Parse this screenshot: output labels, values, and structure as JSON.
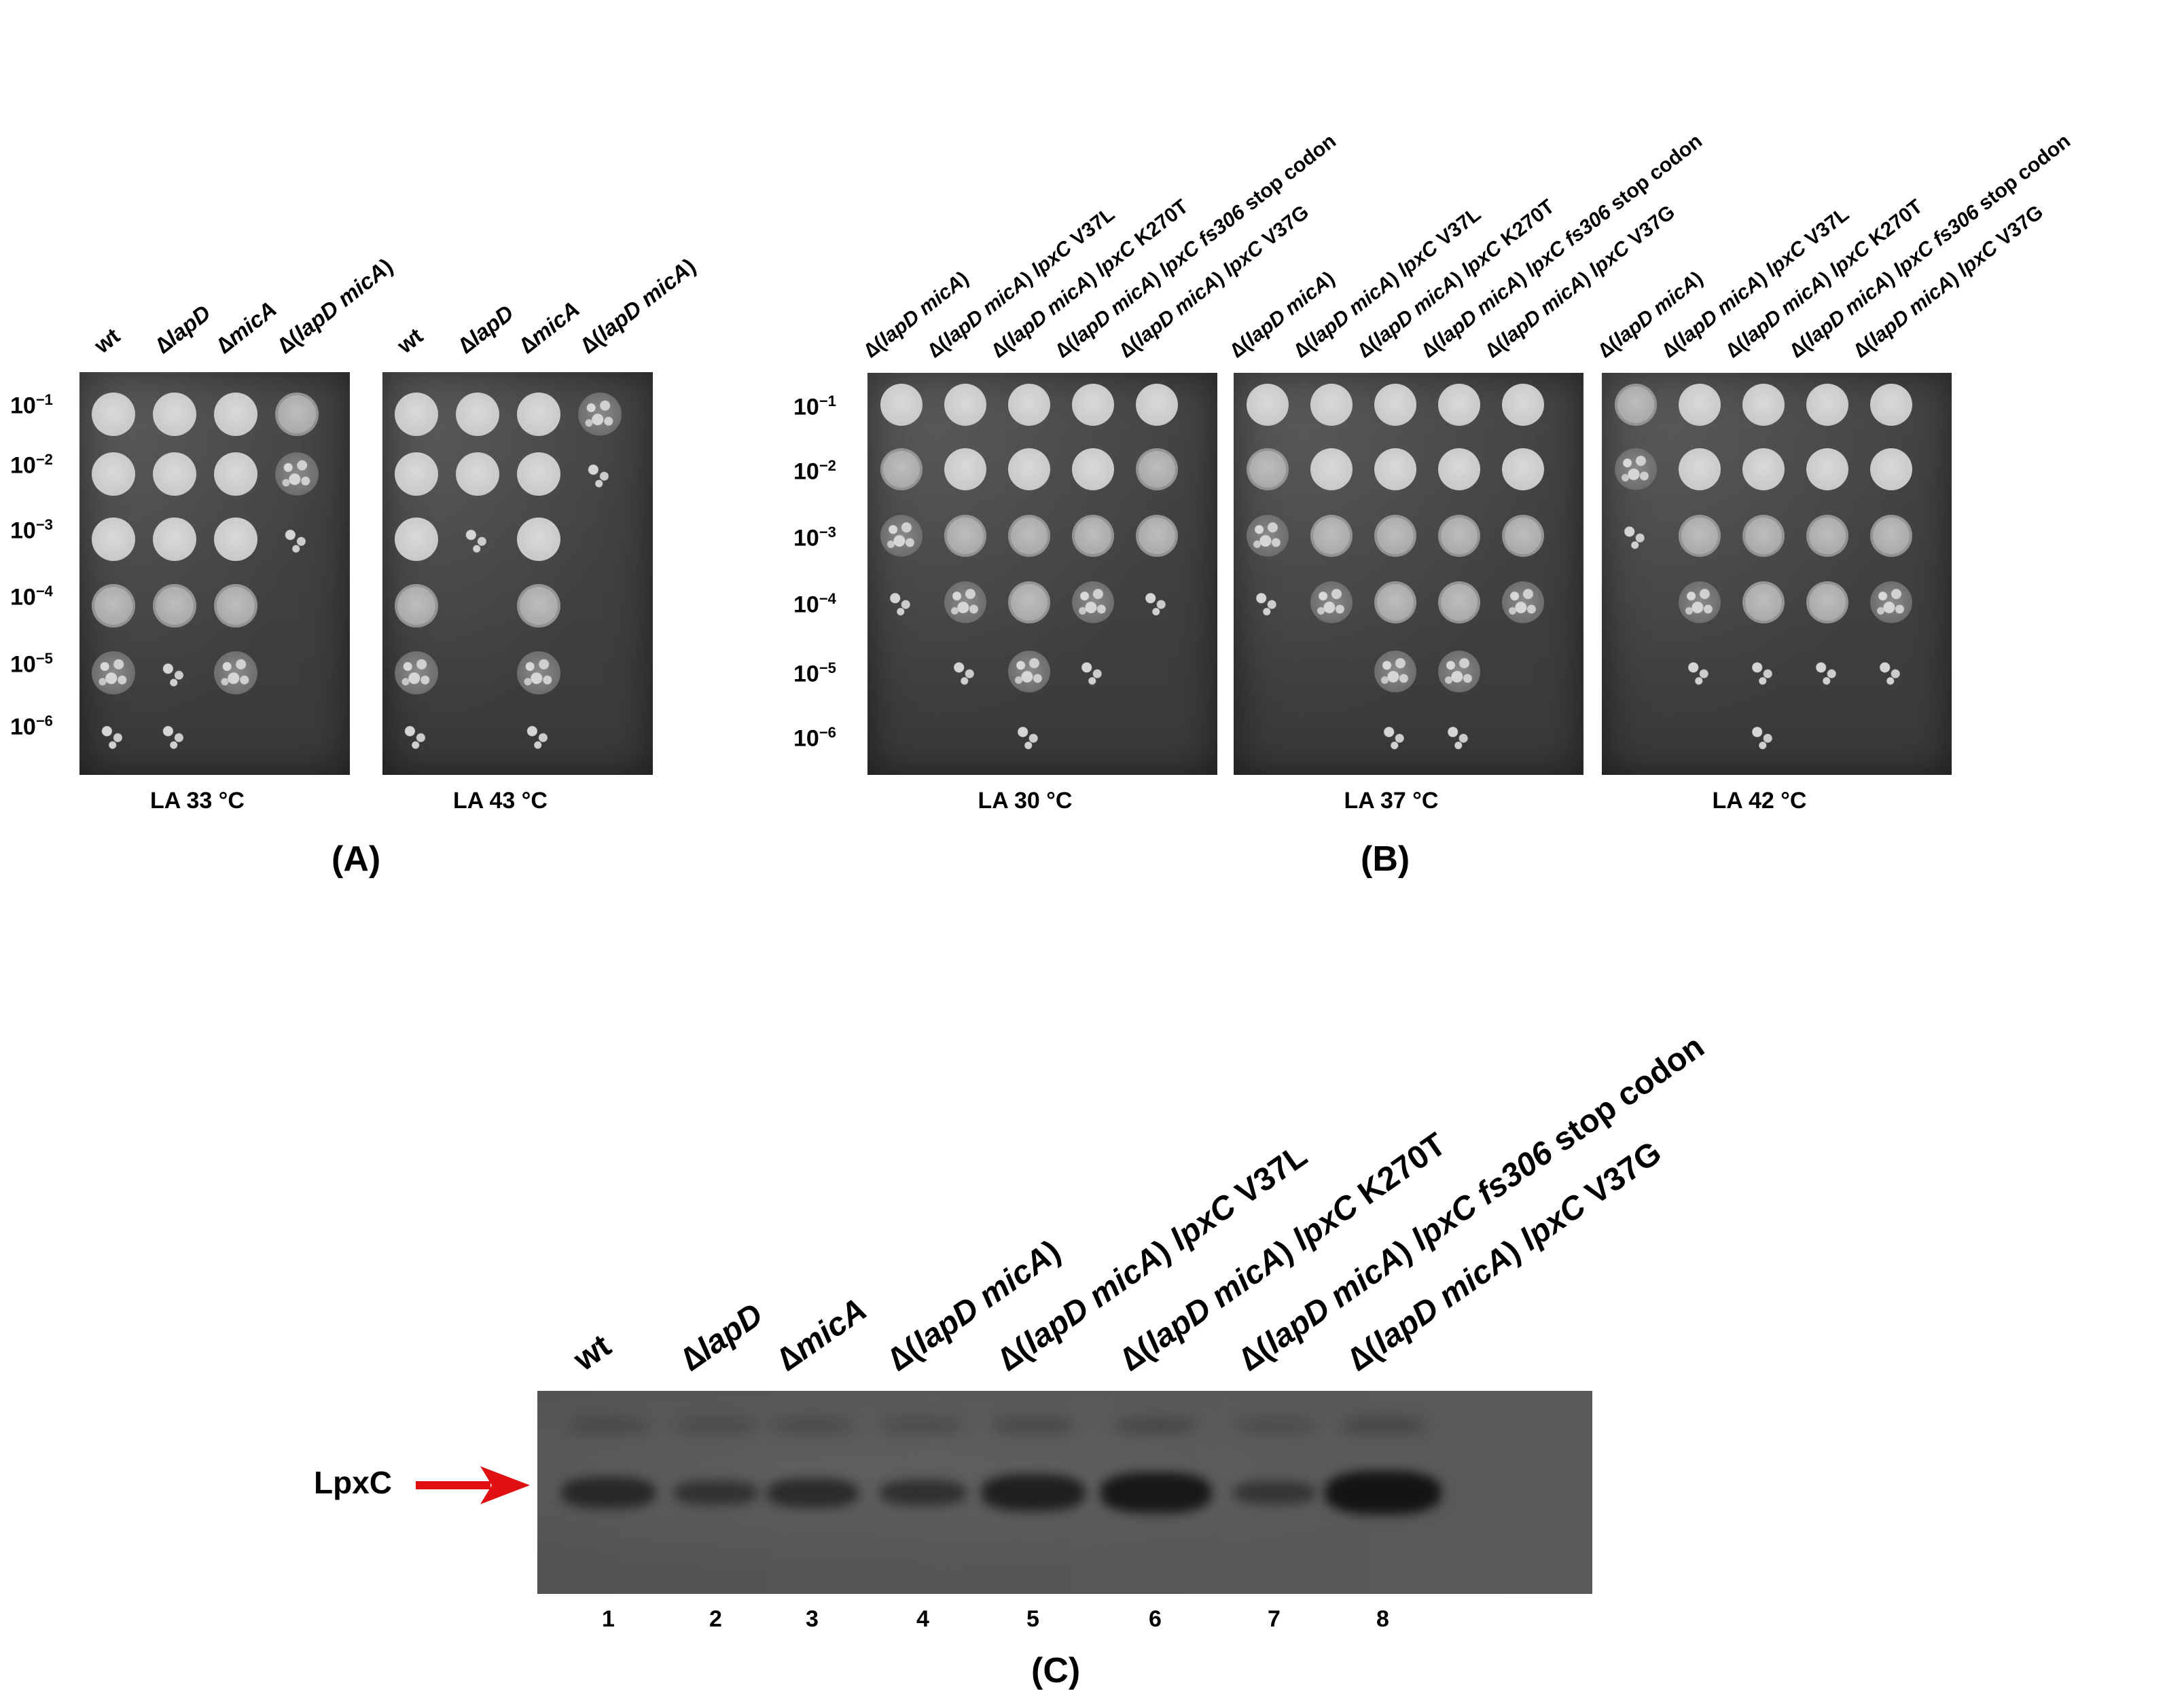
{
  "panelA": {
    "letter": "(A)",
    "columns": [
      "wt",
      "∆",
      "lapD",
      "∆",
      "micA",
      "∆(",
      "lapD micA",
      ")"
    ],
    "col_labels": [
      {
        "pre": "",
        "it": "wt",
        "post": "",
        "plain": true
      },
      {
        "pre": "∆",
        "it": "lapD",
        "post": ""
      },
      {
        "pre": "∆",
        "it": "micA",
        "post": ""
      },
      {
        "pre": "∆(",
        "it": "lapD micA",
        "post": ")"
      }
    ],
    "dilutions": [
      "10",
      "10",
      "10",
      "10",
      "10",
      "10"
    ],
    "exponents": [
      "−1",
      "−2",
      "−3",
      "−4",
      "−5",
      "−6"
    ],
    "plates": [
      {
        "caption": "LA 33 °C",
        "growth": [
          [
            4,
            4,
            4,
            3
          ],
          [
            4,
            4,
            4,
            2
          ],
          [
            4,
            4,
            4,
            1
          ],
          [
            3,
            3,
            3,
            0
          ],
          [
            2,
            1,
            2,
            0
          ],
          [
            1,
            1,
            0,
            0
          ]
        ]
      },
      {
        "caption": "LA 43 °C",
        "growth": [
          [
            4,
            4,
            4,
            2
          ],
          [
            4,
            4,
            4,
            1
          ],
          [
            4,
            1,
            4,
            0
          ],
          [
            3,
            0,
            3,
            0
          ],
          [
            2,
            0,
            2,
            0
          ],
          [
            1,
            0,
            1,
            0
          ]
        ]
      }
    ]
  },
  "panelB": {
    "letter": "(B)",
    "col_labels": [
      {
        "pre": "∆(",
        "it": "lapD micA",
        "post": ")"
      },
      {
        "pre": "∆(",
        "it": "lapD micA",
        "post": ") ",
        "it2": "lpxC",
        "post2": " V37L"
      },
      {
        "pre": "∆(",
        "it": "lapD micA",
        "post": ") ",
        "it2": "lpxC",
        "post2": " K270T"
      },
      {
        "pre": "∆(",
        "it": "lapD micA",
        "post": ") ",
        "it2": "lpxC fs306",
        "post2": " stop codon"
      },
      {
        "pre": "∆(",
        "it": "lapD micA",
        "post": ") ",
        "it2": "lpxC",
        "post2": " V37G"
      }
    ],
    "dilutions": [
      "10",
      "10",
      "10",
      "10",
      "10",
      "10"
    ],
    "exponents": [
      "−1",
      "−2",
      "−3",
      "−4",
      "−5",
      "−6"
    ],
    "plates": [
      {
        "caption": "LA 30 °C",
        "growth": [
          [
            4,
            4,
            4,
            4,
            4
          ],
          [
            3,
            4,
            4,
            4,
            3
          ],
          [
            2,
            3,
            3,
            3,
            3
          ],
          [
            1,
            2,
            3,
            2,
            1
          ],
          [
            0,
            1,
            2,
            1,
            0
          ],
          [
            0,
            0,
            1,
            0,
            0
          ]
        ]
      },
      {
        "caption": "LA 37 °C",
        "growth": [
          [
            4,
            4,
            4,
            4,
            4
          ],
          [
            3,
            4,
            4,
            4,
            4
          ],
          [
            2,
            3,
            3,
            3,
            3
          ],
          [
            1,
            2,
            3,
            3,
            2
          ],
          [
            0,
            0,
            2,
            2,
            0
          ],
          [
            0,
            0,
            1,
            1,
            0
          ]
        ]
      },
      {
        "caption": "LA 42 °C",
        "growth": [
          [
            3,
            4,
            4,
            4,
            4
          ],
          [
            2,
            4,
            4,
            4,
            4
          ],
          [
            1,
            3,
            3,
            3,
            3
          ],
          [
            0,
            2,
            3,
            3,
            2
          ],
          [
            0,
            1,
            1,
            1,
            1
          ],
          [
            0,
            0,
            1,
            0,
            0
          ]
        ]
      }
    ]
  },
  "panelC": {
    "letter": "(C)",
    "arrow_label": "LpxC",
    "arrow_color": "#e01010",
    "col_labels": [
      {
        "pre": "",
        "it": "wt",
        "post": "",
        "plain": true
      },
      {
        "pre": "∆",
        "it": "lapD",
        "post": ""
      },
      {
        "pre": "∆",
        "it": "micA",
        "post": ""
      },
      {
        "pre": "∆(",
        "it": "lapD micA",
        "post": ")"
      },
      {
        "pre": "∆(",
        "it": "lapD micA",
        "post": ") ",
        "it2": "lpxC",
        "post2": " V37L"
      },
      {
        "pre": "∆(",
        "it": "lapD micA",
        "post": ") ",
        "it2": "lpxC",
        "post2": " K270T"
      },
      {
        "pre": "∆(",
        "it": "lapD micA",
        "post": ") ",
        "it2": "lpxC fs306",
        "post2": " stop codon"
      },
      {
        "pre": "∆(",
        "it": "lapD micA",
        "post": ") ",
        "it2": "lpxC",
        "post2": " V37G"
      }
    ],
    "lanes": [
      "1",
      "2",
      "3",
      "4",
      "5",
      "6",
      "7",
      "8"
    ],
    "band_intensity": [
      0.55,
      0.35,
      0.5,
      0.4,
      0.75,
      0.9,
      0.3,
      1.0
    ]
  }
}
